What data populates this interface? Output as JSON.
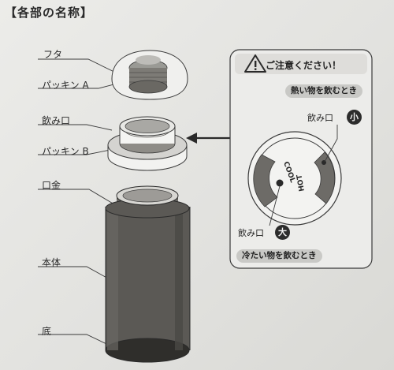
{
  "section_title": "【各部の名称】",
  "parts": {
    "lid": "フタ",
    "packing_a": "パッキン A",
    "spout": "飲み口",
    "packing_b": "パッキン B",
    "mouth_ring": "口金",
    "body": "本体",
    "bottom": "底"
  },
  "caution": {
    "title": "ご注意ください！",
    "hot_instruction": "熱い物を飲むとき",
    "cold_instruction": "冷たい物を飲むとき",
    "spout_label": "飲み口",
    "small_badge": "小",
    "large_badge": "大",
    "hot_marking": "HOT",
    "cool_marking": "COOL",
    "warning_icon": "warning-triangle-icon"
  }
}
